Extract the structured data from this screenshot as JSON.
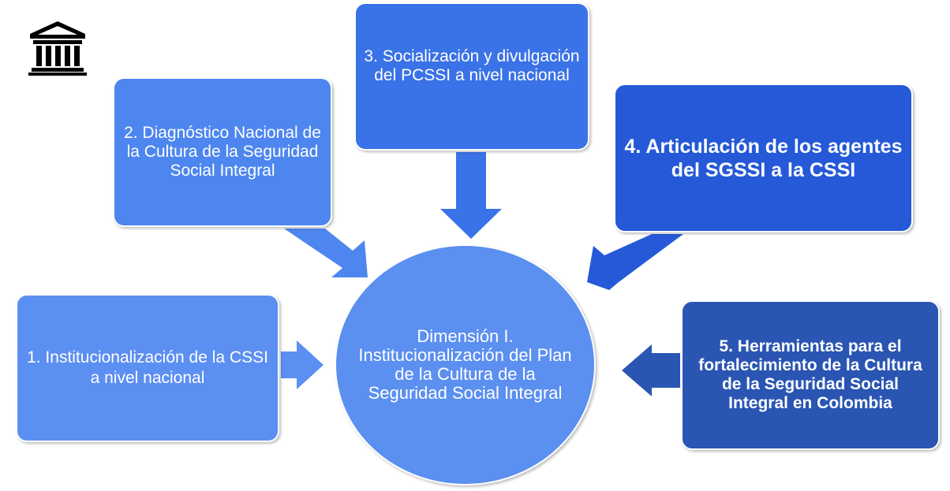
{
  "icon": "bank-icon",
  "center": {
    "text": "Dimensión I. Institucionalización del Plan de la Cultura de la Seguridad Social Integral",
    "color": "#5b8ff0"
  },
  "boxes": [
    {
      "id": "1",
      "text": "1. Institucionalización de la CSSI a nivel nacional",
      "color": "#5c8ff2"
    },
    {
      "id": "2",
      "text": "2. Diagnóstico Nacional de la Cultura de la Seguridad Social Integral",
      "color": "#4d86ef"
    },
    {
      "id": "3",
      "text": "3. Socialización y divulgación del PCSSI a nivel nacional",
      "color": "#3a72e7"
    },
    {
      "id": "4",
      "text": "4. Articulación de los agentes del SGSSI a la CSSI",
      "color": "#2559d8"
    },
    {
      "id": "5",
      "text": "5. Herramientas para el fortalecimiento de la Cultura de la Seguridad Social Integral en Colombia",
      "color": "#2a55b3"
    }
  ]
}
